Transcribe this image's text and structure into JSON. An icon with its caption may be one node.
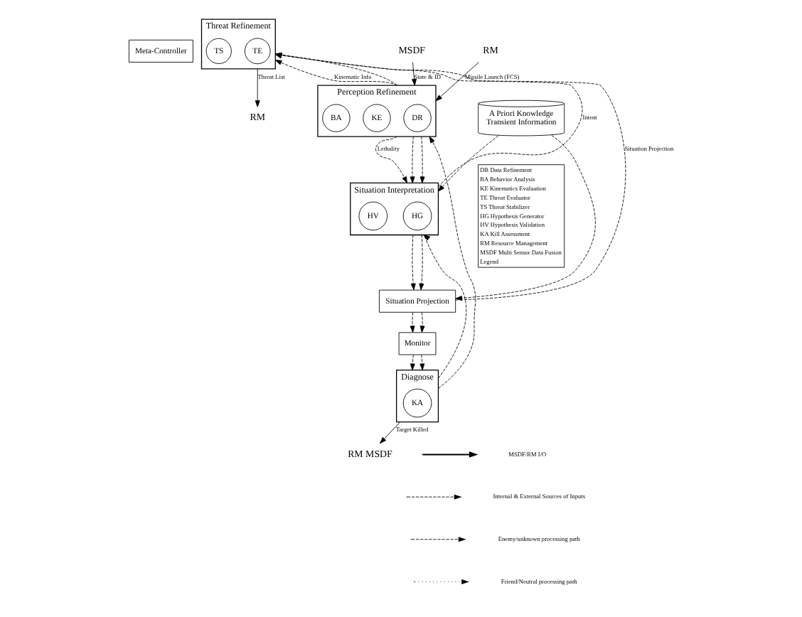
{
  "diagram": {
    "nodes": [
      {
        "text": [
          "Meta-Controller"
        ]
      },
      {
        "text": [
          "RM"
        ]
      },
      {
        "text": [
          "MSDF"
        ]
      },
      {
        "text": [
          "Perception Refinement"
        ]
      },
      {
        "text": [
          "DR"
        ],
        "in": 3
      },
      {
        "text": [
          "KE"
        ],
        "in": 3
      },
      {
        "text": [
          "BA"
        ],
        "in": 3
      },
      {
        "text": [
          "Threat Refinement"
        ]
      },
      {
        "text": [
          "TE"
        ],
        "in": 7
      },
      {
        "text": [
          "TS"
        ],
        "in": 7
      },
      {
        "text": [
          "RM"
        ]
      },
      {
        "text": [
          "A Priori Knowledge",
          "Transient Information"
        ]
      },
      {
        "text": [
          "Situation Interpretation"
        ]
      },
      {
        "text": [
          "HG"
        ],
        "in": 12
      },
      {
        "text": [
          "HV"
        ],
        "in": 12
      },
      {
        "text": [
          "Situation Projection"
        ]
      },
      {
        "text": [
          "Monitor"
        ]
      },
      {
        "text": [
          "Diagnose"
        ]
      },
      {
        "text": [
          "KA"
        ],
        "in": 17
      },
      {
        "text": [
          "RM MSDF"
        ]
      }
    ],
    "edges": [
      {
        "from": 1,
        "to": 3,
        "arrow": "to",
        "label": "Missile Launch (FCS)"
      },
      {
        "from": 2,
        "to": 3,
        "arrow": "to",
        "label": "State & ID"
      },
      {
        "from": 3,
        "to": 7,
        "arrow": "to",
        "label": "Kinematic Info",
        "style": "dashed"
      },
      {
        "from": 3,
        "to": 7,
        "arrow": "to",
        "style": "dashed"
      },
      {
        "from": 3,
        "to": 12,
        "arrow": "to",
        "label": "Lethality",
        "style": "dashed"
      },
      {
        "from": 3,
        "to": 12,
        "arrow": "to",
        "style": "dashed"
      },
      {
        "from": 3,
        "to": 12,
        "arrow": "to",
        "style": "dashed"
      },
      {
        "from": 11,
        "to": 12,
        "arrow": "to",
        "style": "dashed"
      },
      {
        "from": 11,
        "to": 15,
        "arrow": "to",
        "style": "dashed"
      },
      {
        "from": 17,
        "to": 3,
        "arrow": "to",
        "style": "dashed"
      },
      {
        "from": 17,
        "to": 12,
        "arrow": "to",
        "style": "dashed"
      },
      {
        "from": 12,
        "to": 7,
        "arrow": "to",
        "label": "Intent",
        "style": "dashed"
      },
      {
        "from": 15,
        "to": 7,
        "arrow": "to",
        "label": "Situation Projection",
        "style": "dashed"
      },
      {
        "from": 12,
        "to": 15,
        "arrow": "to",
        "style": "dashed"
      },
      {
        "from": 12,
        "to": 15,
        "arrow": "to",
        "style": "dashed"
      },
      {
        "from": 15,
        "to": 16,
        "arrow": "to",
        "style": "dashed"
      },
      {
        "from": 15,
        "to": 16,
        "arrow": "to",
        "style": "dashed"
      },
      {
        "from": 16,
        "to": 17,
        "arrow": "to",
        "style": "dashed"
      },
      {
        "from": 16,
        "to": 17,
        "arrow": "to",
        "style": "dashed"
      },
      {
        "from": 7,
        "to": 10,
        "arrow": "to",
        "label": "Threat List"
      },
      {
        "from": 17,
        "to": 19,
        "arrow": "to",
        "label": "Target Killed"
      }
    ],
    "labels": [
      "DR Data Refinement",
      "BA Behavior Analysis",
      "KE Kinematics Evaluation",
      "TE Threat Evaluator",
      "TS Threat Stabilizer",
      "HG Hypothesis Generator",
      "HV Hypothesis Validation",
      "KA Kill Assessment",
      "RM Resource Management",
      "MSDF Multi Sensor Data Fusion",
      "Legend"
    ],
    "legend": [
      {
        "text": "MSDF/RM I/O"
      },
      {
        "text": "Internal & External Sources of Inputs"
      },
      {
        "text": "Enemy/unknown processing path"
      },
      {
        "text": "Friend/Neutral processing path"
      }
    ]
  }
}
